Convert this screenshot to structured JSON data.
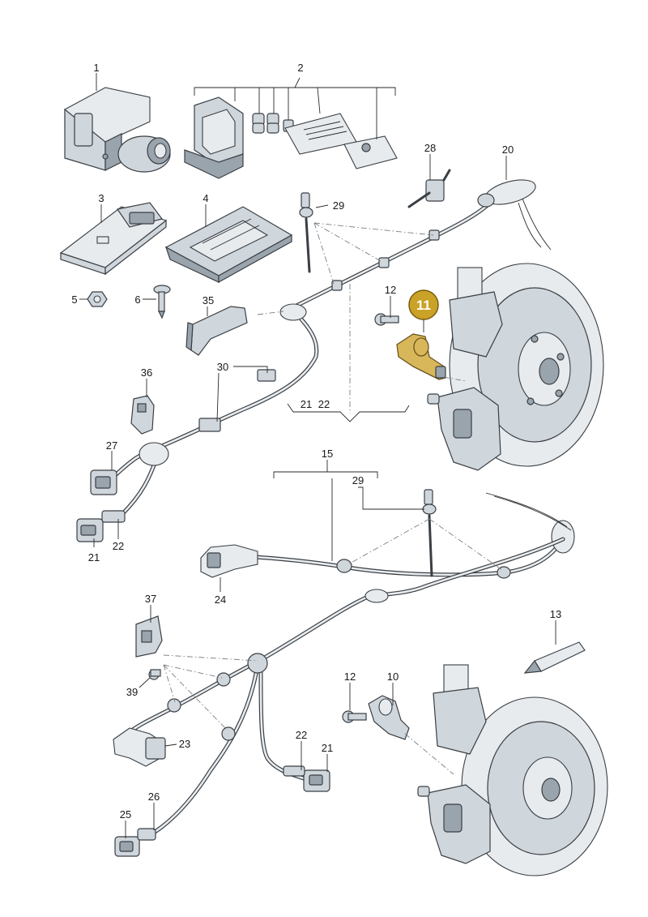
{
  "labels": {
    "l1": "1",
    "l2": "2",
    "l3": "3",
    "l4": "4",
    "l5": "5",
    "l6": "6",
    "l10": "10",
    "l11": "11",
    "l12a": "12",
    "l12b": "12",
    "l13": "13",
    "l15": "15",
    "l20": "20",
    "l21a": "21",
    "l22a": "22",
    "l21b": "21",
    "l22b": "22",
    "l21c": "21",
    "l22c": "22",
    "l23": "23",
    "l24": "24",
    "l25": "25",
    "l26": "26",
    "l27": "27",
    "l28": "28",
    "l29a": "29",
    "l29b": "29",
    "l30": "30",
    "l35": "35",
    "l36": "36",
    "l37": "37",
    "l39": "39"
  },
  "highlight": {
    "part": "11",
    "color": "#c9a227"
  }
}
